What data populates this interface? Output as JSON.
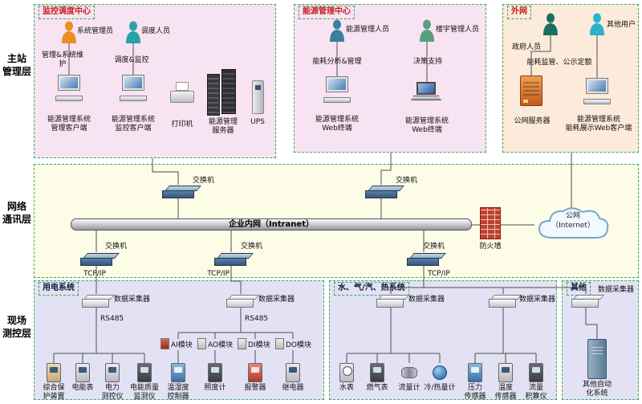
{
  "palette": {
    "box_pink": "#f8e3f2",
    "box_orange": "#fceada",
    "band_yellow": "#fdfce6",
    "box_lavender": "#e2e2f4",
    "border_green": "#3aa857",
    "title_red": "#c22020",
    "line": "#4d4d4d"
  },
  "layers": {
    "management": "主站\n管理层",
    "network": "网络\n通讯层",
    "field": "现场\n测控层"
  },
  "monitor_center": {
    "title": "监控调度中心",
    "admin_label": "系统管理员",
    "dispatcher_label": "调度人员",
    "admin_role": "管理&系统维护",
    "dispatcher_role": "调度&监控",
    "mgmt_client": "能源管理系统\n管理客户端",
    "monitor_client": "能源管理系统\n监控客户端",
    "printer": "打印机",
    "server": "能源管理\n服务器",
    "ups": "UPS"
  },
  "energy_center": {
    "title": "能源管理中心",
    "energy_staff": "能源管理人员",
    "building_staff": "楼宇管理人员",
    "energy_role": "能耗分析&管理",
    "decision_role": "决策支持",
    "web_terminal": "能源管理系统\nWeb终端"
  },
  "extranet": {
    "title": "外网",
    "gov_user": "政府人员",
    "other_user": "其他用户",
    "role": "能耗监管、公示定额",
    "public_server": "公网服务器",
    "web_client": "能源管理系统\n能耗展示Web客户端"
  },
  "network": {
    "switch": "交换机",
    "intranet": "企业内网（Intranet）",
    "tcpip": "TCP/IP",
    "firewall": "防火墙",
    "internet": "公网\n（Internet）"
  },
  "power_system": {
    "title": "用电系统",
    "collector": "数据采集器",
    "rs485": "RS485",
    "modules": [
      "AI模块",
      "AO模块",
      "DI模块",
      "DO模块"
    ],
    "devices": [
      "综合保\n护装置",
      "电能表",
      "电力\n测控仪",
      "电能质量\n监测仪",
      "温湿度\n控制器",
      "照度计",
      "报警器",
      "继电器"
    ]
  },
  "water_system": {
    "title": "水、气/汽、热系统",
    "collector": "数据采集器",
    "devices": [
      "水表",
      "燃气表",
      "流量计",
      "冷/热量计",
      "压力\n传感器",
      "温度\n传感器",
      "流量\n积算仪"
    ]
  },
  "other_system": {
    "title": "其他",
    "collector": "数据采集器",
    "device": "其他自动\n化系统"
  }
}
